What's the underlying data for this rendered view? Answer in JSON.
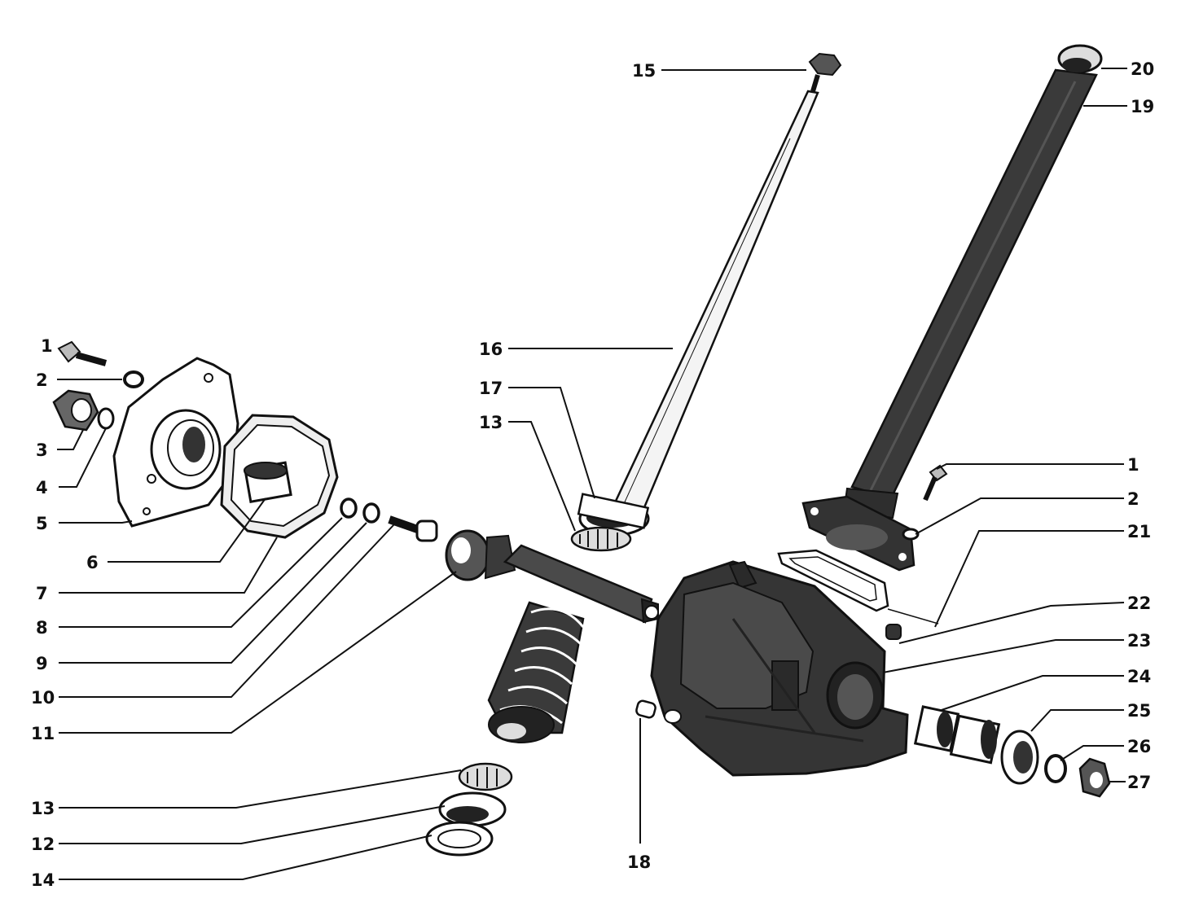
{
  "diagram": {
    "type": "exploded-parts-drawing",
    "colors": {
      "ink": "#111111",
      "background": "#ffffff",
      "part_fill": "#3a3a3a",
      "part_light": "#e8e8e8"
    },
    "callouts": {
      "c1_left": "1",
      "c2_left": "2",
      "c3": "3",
      "c4": "4",
      "c5": "5",
      "c6": "6",
      "c7": "7",
      "c8": "8",
      "c9": "9",
      "c10": "10",
      "c11": "11",
      "c13_bottom": "13",
      "c12": "12",
      "c14": "14",
      "c15": "15",
      "c16": "16",
      "c17": "17",
      "c13_top": "13",
      "c18": "18",
      "c20": "20",
      "c19": "19",
      "c1_right": "1",
      "c2_right": "2",
      "c21": "21",
      "c22": "22",
      "c23": "23",
      "c24": "24",
      "c25": "25",
      "c26": "26",
      "c27": "27"
    }
  }
}
